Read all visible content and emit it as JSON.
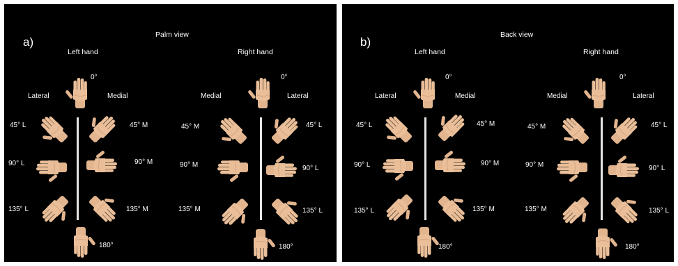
{
  "panels": [
    {
      "id": "a",
      "label": "a)",
      "view_title": "Palm view",
      "hands": [
        {
          "title": "Left hand",
          "side_left": "Lateral",
          "side_right": "Medial",
          "top": "0°",
          "bottom": "180°",
          "left_45": "45° L",
          "left_90": "90° L",
          "left_135": "135° L",
          "right_45": "45° M",
          "right_90": "90° M",
          "right_135": "135° M"
        },
        {
          "title": "Right hand",
          "side_left": "Medial",
          "side_right": "Lateral",
          "top": "0°",
          "bottom": "180°",
          "left_45": "45° M",
          "left_90": "90° M",
          "left_135": "135° M",
          "right_45": "45° L",
          "right_90": "90° L",
          "right_135": "135° L"
        }
      ]
    },
    {
      "id": "b",
      "label": "b)",
      "view_title": "Back view",
      "hands": [
        {
          "title": "Left hand",
          "side_left": "Lateral",
          "side_right": "Medial",
          "top": "0°",
          "bottom": "180°",
          "left_45": "45° L",
          "left_90": "90° L",
          "left_135": "135° L",
          "right_45": "45° M",
          "right_90": "90° M",
          "right_135": "135° M"
        },
        {
          "title": "Right hand",
          "side_left": "Medial",
          "side_right": "Lateral",
          "top": "0°",
          "bottom": "180°",
          "left_45": "45° M",
          "left_90": "90° M",
          "left_135": "135° M",
          "right_45": "45° L",
          "right_90": "90° L",
          "right_135": "135° L"
        }
      ]
    }
  ],
  "colors": {
    "background": "#000000",
    "skin": "#e9be98",
    "skin_shade": "#d19e79",
    "text": "#ffffff",
    "axis": "#e6e6e6"
  }
}
